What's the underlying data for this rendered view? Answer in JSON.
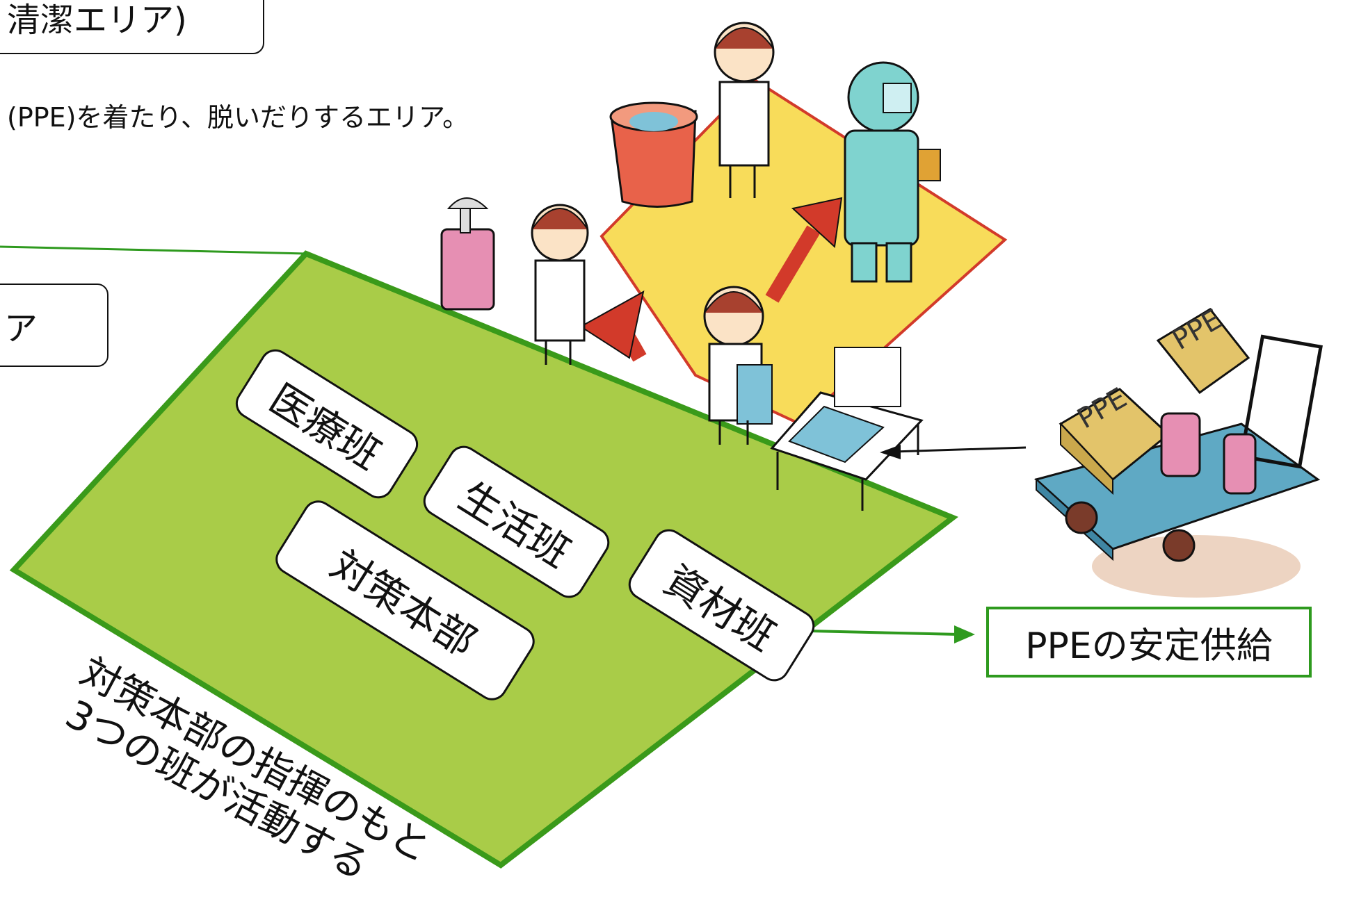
{
  "zones": {
    "clean_area_label": "清潔エリア)",
    "ppe_area_caption": "(PPE)を着たり、脱いだりするエリア。",
    "green_area_label": "ア"
  },
  "teams": [
    {
      "label": "医療班"
    },
    {
      "label": "生活班"
    },
    {
      "label": "対策本部"
    },
    {
      "label": "資材班"
    }
  ],
  "supply": {
    "label": "PPEの安定供給",
    "box_label_1": "PPE",
    "box_label_2": "PPE"
  },
  "note": {
    "line1": "対策本部の指揮のもと",
    "line2": "3つの班が活動する"
  },
  "colors": {
    "green_floor": "#a9cc48",
    "green_edge": "#3a9a1a",
    "yellow_floor": "#f8dc5a",
    "red_edge": "#d23a2a",
    "supply_green": "#2e9a1e",
    "ppe_suit": "#7fd3cf",
    "cart_blue": "#5fa9c4",
    "box_tan": "#e3c46a",
    "pink_bottle": "#e68fb3"
  }
}
